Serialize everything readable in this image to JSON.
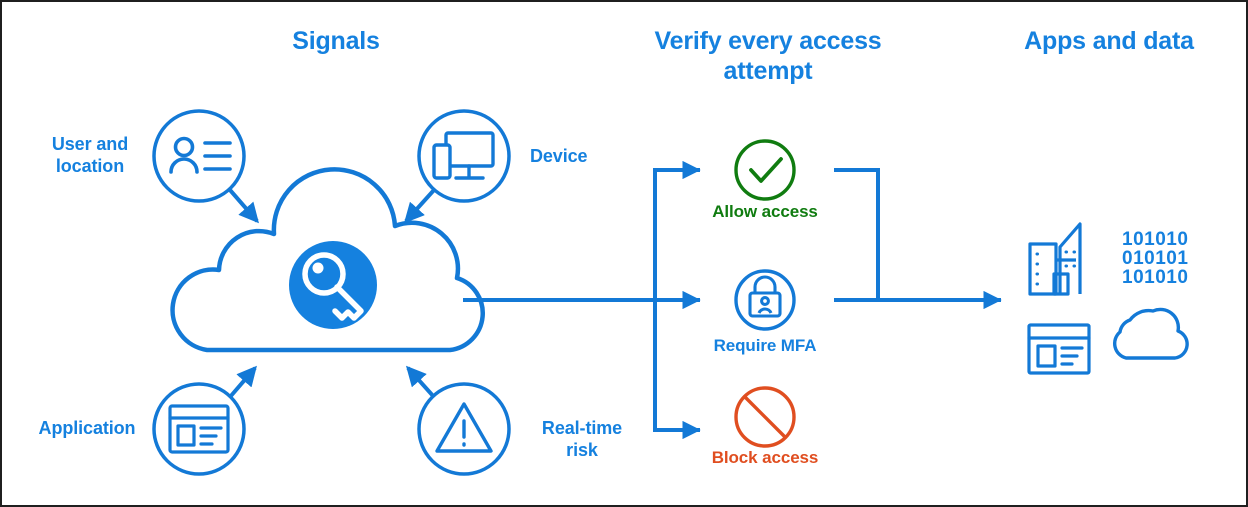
{
  "diagram": {
    "title": "Conditional Access signal-decision-enforcement flow",
    "colors": {
      "brand_blue": "#1581DF",
      "line_blue": "#1379D6",
      "allow_green": "#107C10",
      "block_orange": "#E04E20",
      "border_dark": "#1f1f1f",
      "white": "#ffffff"
    }
  },
  "columns": {
    "signals": {
      "title": "Signals"
    },
    "verify": {
      "title": "Verify every access attempt",
      "line1": "Verify every access",
      "line2": "attempt"
    },
    "apps": {
      "title": "Apps and data"
    }
  },
  "signals": [
    {
      "id": "user-and-location",
      "label": "User and location",
      "line1": "User and",
      "line2": "location",
      "icon": "contact-card-icon"
    },
    {
      "id": "device",
      "label": "Device",
      "line1": "Device",
      "line2": "",
      "icon": "monitor-phone-icon"
    },
    {
      "id": "application",
      "label": "Application",
      "line1": "Application",
      "line2": "",
      "icon": "app-window-icon"
    },
    {
      "id": "real-time-risk",
      "label": "Real-time risk",
      "line1": "Real-time",
      "line2": "risk",
      "icon": "warning-triangle-icon"
    }
  ],
  "center": {
    "icon": "cloud-key-icon",
    "label": ""
  },
  "decisions": [
    {
      "id": "allow-access",
      "label": "Allow access",
      "icon": "check-circle-icon",
      "color": "#107C10"
    },
    {
      "id": "require-mfa",
      "label": "Require MFA",
      "icon": "lock-person-icon",
      "color": "#1581DF"
    },
    {
      "id": "block-access",
      "label": "Block access",
      "icon": "prohibition-icon",
      "color": "#E04E20"
    }
  ],
  "apps_and_data": [
    {
      "id": "buildings",
      "icon": "office-buildings-icon",
      "label": ""
    },
    {
      "id": "binary-data",
      "icon": "binary-data-icon",
      "label": "101010 010101 101010",
      "rows": [
        "101010",
        "010101",
        "101010"
      ]
    },
    {
      "id": "app-window",
      "icon": "app-window-icon",
      "label": ""
    },
    {
      "id": "cloud",
      "icon": "cloud-icon",
      "label": ""
    }
  ]
}
